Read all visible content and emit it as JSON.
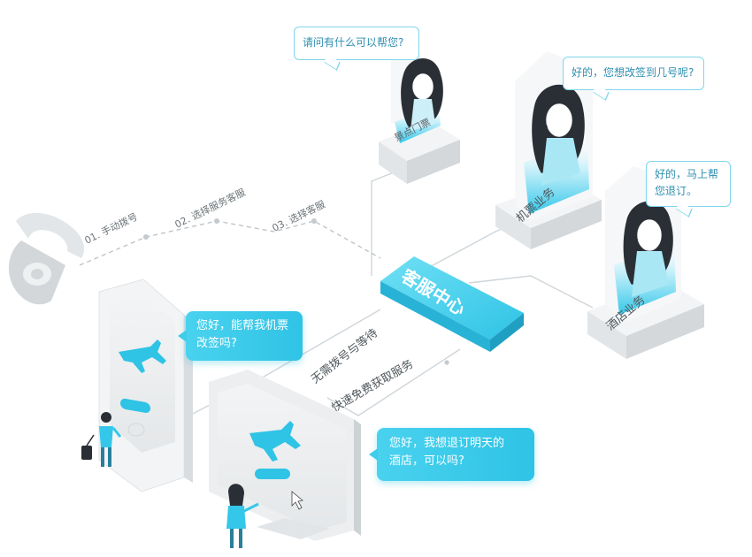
{
  "steps": {
    "step1": "01. 手动拨号",
    "step2": "02. 选择服务客服",
    "step3": "03. 选择客服"
  },
  "center": {
    "label": "客服中心",
    "line1": "无需拨号与等待",
    "line2": "快速免费获取服务"
  },
  "agents": {
    "scenic": "景点门票",
    "flight": "机票业务",
    "hotel": "酒店业务"
  },
  "bubbles": {
    "agent1": "请问有什么可以帮您?",
    "agent2": "好的，您想改签到几号呢?",
    "agent3_line1": "好的，马上帮",
    "agent3_line2": "您退订。",
    "phone_line1": "您好，能帮我机票",
    "phone_line2": "改签吗?",
    "monitor_line1": "您好，我想退订明天的",
    "monitor_line2": "酒店，可以吗?"
  },
  "colors": {
    "accent": "#2fc3e6",
    "accent_light": "#cdeff8",
    "line": "#cfd5d9",
    "dashed": "#bfc5c9",
    "block_top": "#f2f4f5",
    "block_side": "#dcdfe2",
    "hair": "#2a2f36"
  },
  "icons": [
    "telephone-icon",
    "airplane-icon",
    "person-icon",
    "luggage-icon",
    "cursor-icon",
    "headset-icon"
  ]
}
